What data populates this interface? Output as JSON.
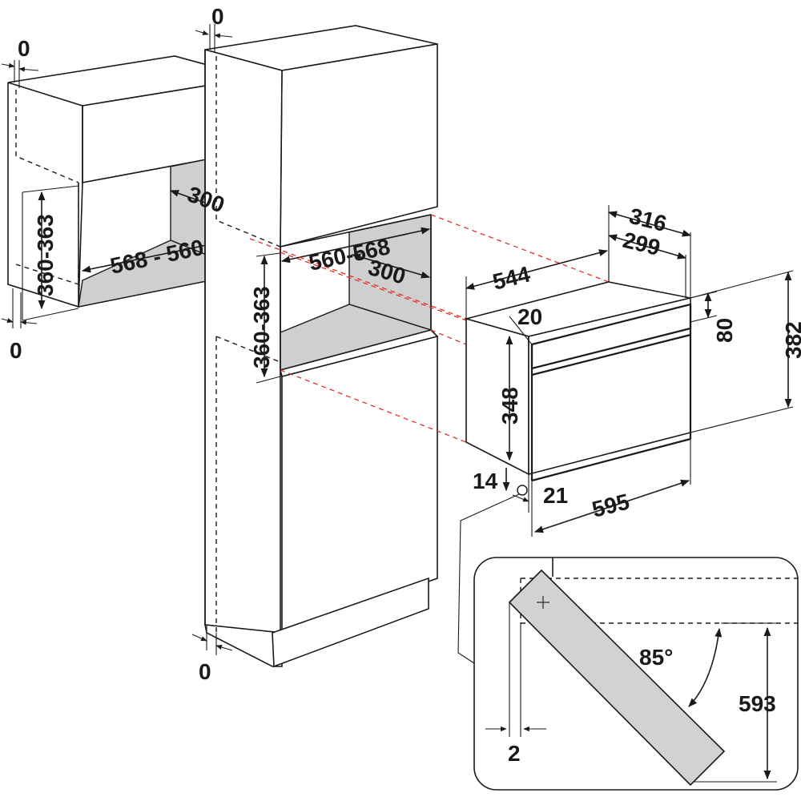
{
  "diagram": {
    "colors": {
      "line": "#1a1a1a",
      "shade": "#cfcfcf",
      "guide": "#e0312c",
      "background": "#ffffff"
    },
    "labels": {
      "left_cabinet_top_gap": "0",
      "left_cabinet_bottom_gap": "0",
      "left_niche_height": "360-363",
      "left_niche_depth": "300",
      "left_niche_width": "568 - 560",
      "tall_cabinet_top_gap": "0",
      "tall_cabinet_bottom_gap": "0",
      "tall_niche_height": "360-363",
      "tall_niche_width": "560-568",
      "tall_niche_depth": "300",
      "oven_depth_total": "316",
      "oven_depth_body": "299",
      "oven_width_body": "544",
      "oven_front_offset": "20",
      "oven_door_top": "80",
      "oven_front_height": "382",
      "oven_body_height": "348",
      "oven_bottom_gap": "14",
      "oven_door_thickness": "21",
      "oven_front_width": "595",
      "detail_angle": "85°",
      "detail_height": "593",
      "detail_gap": "2"
    }
  }
}
